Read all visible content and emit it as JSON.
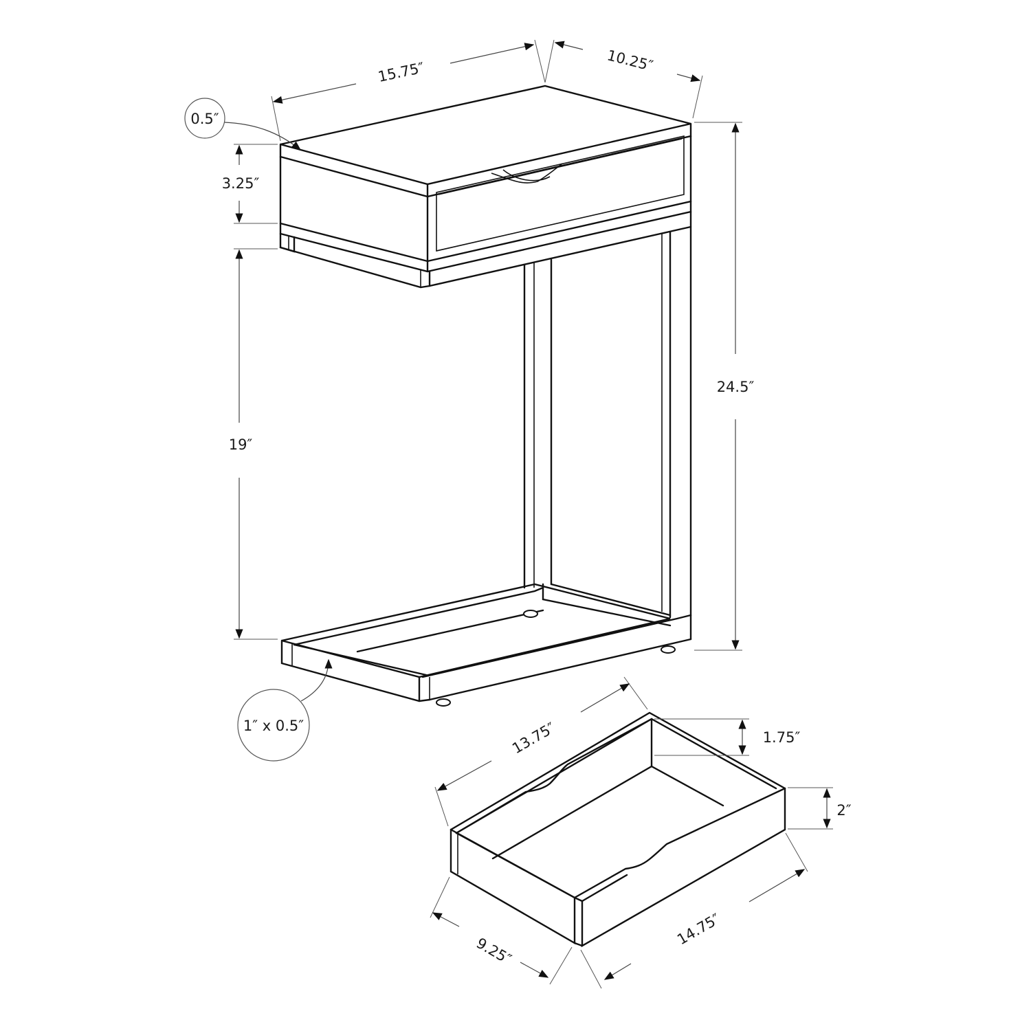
{
  "diagram": {
    "subject": "C-shaped side table with drawer - dimension drawing",
    "line_color": "#111111",
    "background": "#ffffff",
    "table": {
      "width_label": "15.75″",
      "depth_label": "10.25″",
      "top_thickness_label": "0.5″",
      "cabinet_height_label": "3.25″",
      "clearance_height_label": "19″",
      "total_height_label": "24.5″",
      "base_rail_label": "1″ x 0.5″"
    },
    "drawer": {
      "length_label": "13.75″",
      "inner_height_label": "1.75″",
      "outer_height_label": "2″",
      "width_label": "9.25″",
      "front_length_label": "14.75″"
    }
  }
}
